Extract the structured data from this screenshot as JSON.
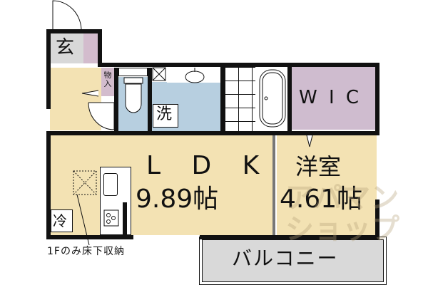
{
  "floorplan": {
    "rooms": {
      "entrance": {
        "label": "玄",
        "color": "#d8d8d8"
      },
      "entrance_closet": {
        "color": "#d3bccd"
      },
      "storage": {
        "label": "物入",
        "color": "#d3bccd"
      },
      "hall": {
        "color": "#f3e2b3"
      },
      "toilet": {
        "color": "#b7cfe0"
      },
      "washroom": {
        "label": "洗",
        "color": "#b7cfe0"
      },
      "bathroom": {
        "color": "#ffffff"
      },
      "wic": {
        "label": "W I C",
        "color": "#cfbccf"
      },
      "ldk": {
        "label": "L D K",
        "size": "9.89帖",
        "color": "#f3e2b3"
      },
      "western_room": {
        "label": "洋室",
        "size": "4.61帖",
        "color": "#f3e2b3"
      },
      "balcony": {
        "label": "バルコニー",
        "color": "#d9d9d9"
      }
    },
    "fixtures": {
      "fridge_label": "冷"
    },
    "annotation": "1Fのみ床下収納",
    "watermark": "アパマンショップ",
    "colors": {
      "wall": "#111111",
      "floor_wood": "#f3e2b3",
      "wet_area": "#b7cfe0",
      "closet": "#d3bccd",
      "balcony": "#d9d9d9"
    }
  }
}
